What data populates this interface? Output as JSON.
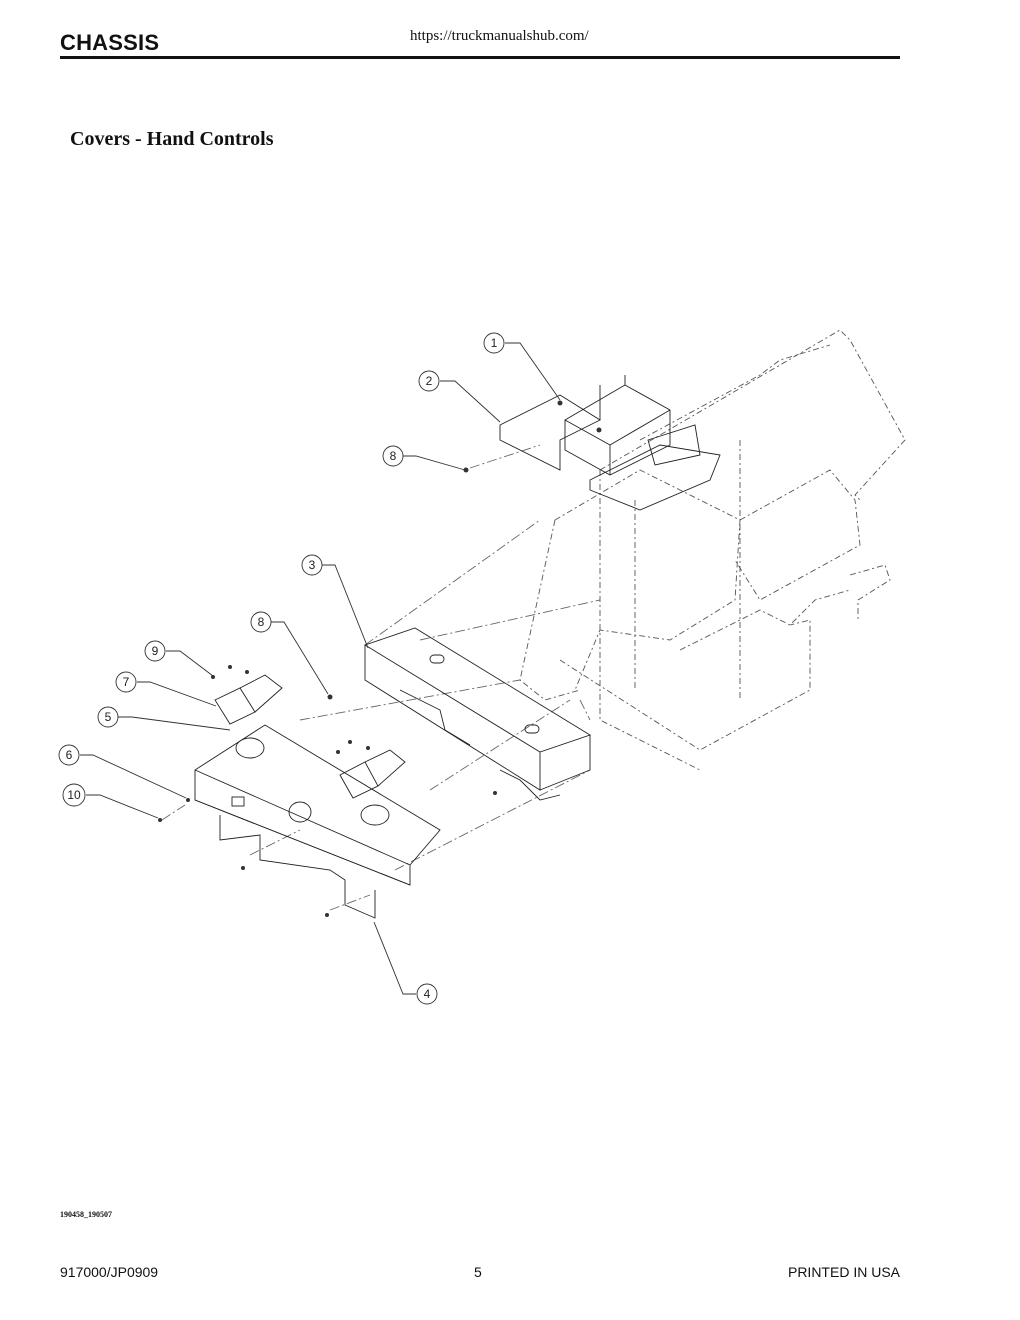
{
  "header": {
    "title": "CHASSIS",
    "url": "https://truckmanualshub.com/"
  },
  "section": {
    "title": "Covers - Hand Controls"
  },
  "callouts": [
    "1",
    "2",
    "8",
    "3",
    "8",
    "9",
    "7",
    "5",
    "6",
    "10",
    "4"
  ],
  "drawing_id": "190458_190507",
  "footer": {
    "part_number": "917000/JP0909",
    "page_number": "5",
    "printed": "PRINTED IN USA"
  }
}
